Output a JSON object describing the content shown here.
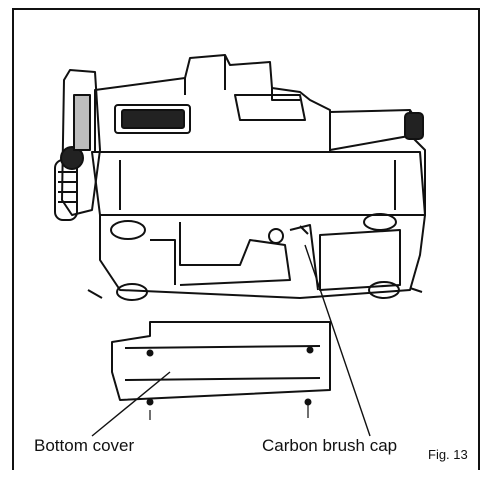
{
  "labels": {
    "bottom_cover": "Bottom cover",
    "carbon_brush_cap": "Carbon brush cap",
    "figure": "Fig. 13"
  },
  "colors": {
    "line": "#111111",
    "fill_dark": "#222222",
    "fill_gray": "#bdbdbd",
    "background": "#ffffff"
  }
}
